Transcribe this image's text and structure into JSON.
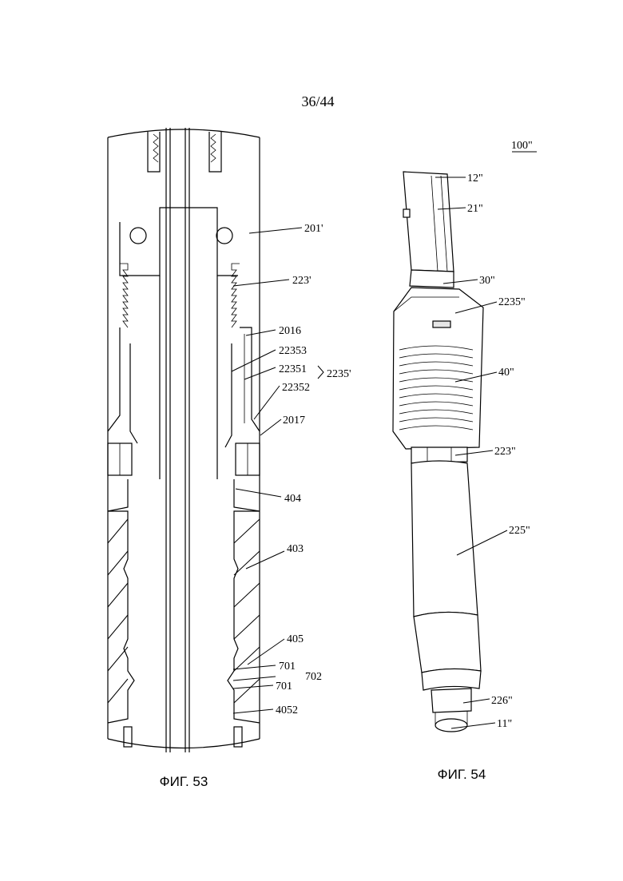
{
  "page_number": "36/44",
  "figures": [
    {
      "caption": "ФИГ. 53",
      "labels": [
        {
          "text": "201'"
        },
        {
          "text": "223'"
        },
        {
          "text": "2016"
        },
        {
          "text": "22353"
        },
        {
          "text": "22351"
        },
        {
          "text": "2235'"
        },
        {
          "text": "22352"
        },
        {
          "text": "2017"
        },
        {
          "text": "404"
        },
        {
          "text": "403"
        },
        {
          "text": "405"
        },
        {
          "text": "701"
        },
        {
          "text": "702"
        },
        {
          "text": "701"
        },
        {
          "text": "4052"
        }
      ]
    },
    {
      "caption": "ФИГ. 54",
      "assembly_ref": "100\"",
      "labels": [
        {
          "text": "12\""
        },
        {
          "text": "21\""
        },
        {
          "text": "30\""
        },
        {
          "text": "2235\""
        },
        {
          "text": "40\""
        },
        {
          "text": "223\""
        },
        {
          "text": "225\""
        },
        {
          "text": "226\""
        },
        {
          "text": "11\""
        }
      ]
    }
  ]
}
